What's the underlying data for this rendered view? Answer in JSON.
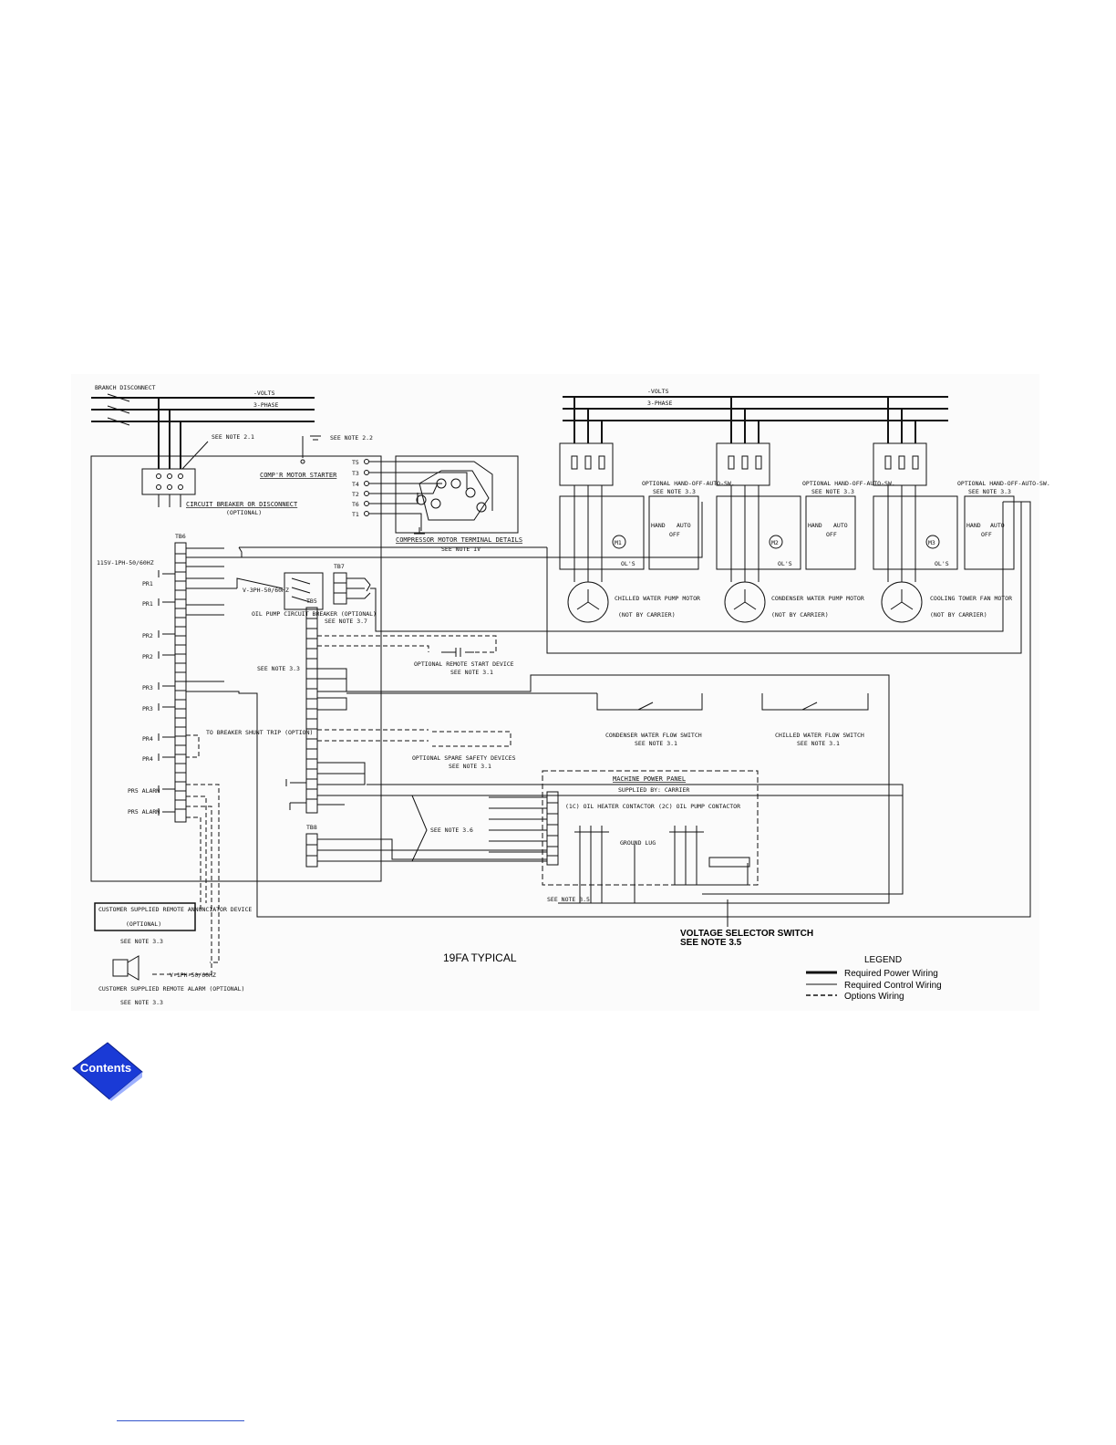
{
  "diagram": {
    "caption": "19FA TYPICAL",
    "left_panel": {
      "branch_disconnect": "BRANCH DISCONNECT",
      "volts": "-VOLTS",
      "phase": "3-PHASE",
      "see_note_21": "SEE NOTE 2.1",
      "see_note_22": "SEE NOTE 2.2",
      "comp_motor_starter": "COMP'R MOTOR STARTER",
      "circuit_breaker": "CIRCUIT BREAKER OR DISCONNECT",
      "optional": "(OPTIONAL)",
      "compressor_terminal_details": "COMPRESSOR MOTOR TERMINAL DETAILS",
      "see_note_iv": "SEE NOTE IV",
      "starter_terminals": [
        "T5",
        "T3",
        "T4",
        "T2",
        "T6",
        "T1"
      ],
      "tb6": "TB6",
      "power_115": "115V-1PH-50/60HZ",
      "tb7": "TB7",
      "v3ph": "V-3PH-50/60HZ",
      "oil_pump_cb": "OIL PUMP CIRCUIT BREAKER (OPTIONAL)",
      "see_note_37": "SEE NOTE 3.7",
      "tb5": "TB5",
      "see_note_33": "SEE NOTE 3.3",
      "breaker_shunt": "TO BREAKER SHUNT TRIP (OPTION)",
      "pr_labels": [
        "PR1",
        "PR1",
        "PR2",
        "PR2",
        "PR3",
        "PR3",
        "PR4",
        "PR4",
        "PR5 ALARM",
        "PR5 ALARM"
      ],
      "tb8": "TB8",
      "customer_annunciator": "CUSTOMER SUPPLIED REMOTE ANNUNCIATOR DEVICE",
      "ann_optional": "(OPTIONAL)",
      "ann_see_note": "SEE NOTE 3.3",
      "v1ph": "V-1PH-50/60HZ",
      "customer_alarm": "CUSTOMER SUPPLIED REMOTE ALARM (OPTIONAL)",
      "alarm_see_note": "SEE NOTE 3.3"
    },
    "center": {
      "remote_start": "OPTIONAL REMOTE START DEVICE",
      "remote_start_note": "SEE NOTE 3.1",
      "spare_safety": "OPTIONAL SPARE SAFETY DEVICES",
      "spare_safety_note": "SEE NOTE 3.1",
      "condenser_flow": "CONDENSER WATER FLOW SWITCH",
      "condenser_flow_note": "SEE NOTE 3.1",
      "chilled_flow": "CHILLED WATER FLOW SWITCH",
      "chilled_flow_note": "SEE NOTE 3.1",
      "see_note_36": "SEE NOTE 3.6",
      "machine_power_panel": "MACHINE POWER PANEL",
      "supplied_by": "SUPPLIED BY: CARRIER",
      "oil_heater": "(1C) OIL HEATER CONTACTOR",
      "oil_pump_contactor": "(2C) OIL PUMP CONTACTOR",
      "ground_lug": "GROUND LUG",
      "see_note_35": "SEE NOTE 3.5",
      "voltage_selector": "VOLTAGE SELECTOR SWITCH",
      "voltage_selector_note": "SEE NOTE 3.5"
    },
    "right_panel": {
      "volts": "-VOLTS",
      "phase": "3-PHASE",
      "hoa": "OPTIONAL HAND-OFF-AUTO-SW.",
      "hoa_note": "SEE NOTE 3.3",
      "hand": "HAND",
      "auto": "AUTO",
      "off": "OFF",
      "ols": "OL'S",
      "motors": [
        {
          "tag": "M1",
          "name": "CHILLED WATER PUMP MOTOR",
          "note": "(NOT BY CARRIER)"
        },
        {
          "tag": "M2",
          "name": "CONDENSER WATER PUMP MOTOR",
          "note": "(NOT BY CARRIER)"
        },
        {
          "tag": "M3",
          "name": "COOLING TOWER FAN MOTOR",
          "note": "(NOT BY CARRIER)"
        }
      ]
    },
    "legend": {
      "title": "LEGEND",
      "items": [
        {
          "label": "Required Power Wiring",
          "style": "heavy"
        },
        {
          "label": "Required Control Wiring",
          "style": "thin"
        },
        {
          "label": "Options Wiring",
          "style": "dashed"
        }
      ]
    }
  },
  "nav": {
    "contents_label": "Contents"
  },
  "colors": {
    "badge_blue": "#1a3ad6",
    "ink": "#111111"
  }
}
